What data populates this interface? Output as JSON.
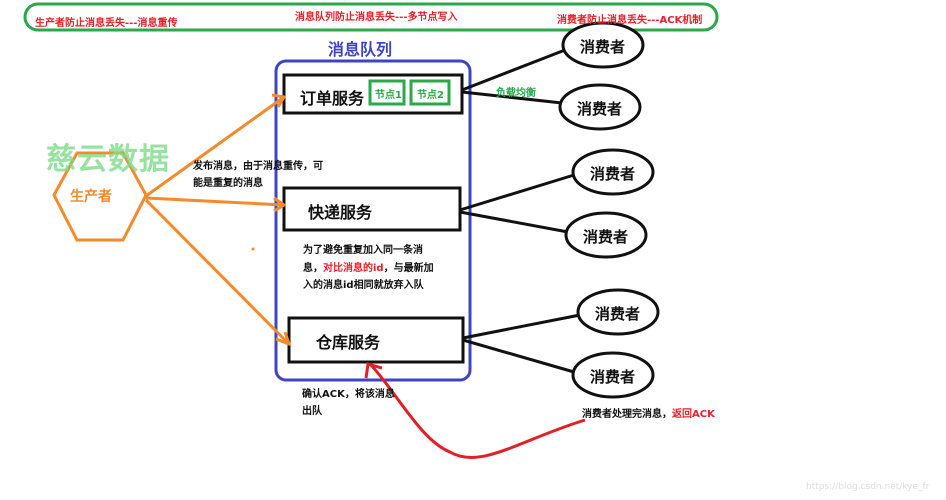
{
  "banner": {
    "producer": "生产者防止消息丢失---消息重传",
    "queue": "消息队列防止消息丢失---多节点写入",
    "consumer": "消费者防止消息丢失---ACK机制"
  },
  "queue_title": "消息队列",
  "producer": "生产者",
  "watermark": "慈云数据",
  "services": {
    "order": "订单服务",
    "node1": "节点1",
    "node2": "节点2",
    "express": "快递服务",
    "warehouse": "仓库服务"
  },
  "consumers": [
    "消费者",
    "消费者",
    "消费者",
    "消费者",
    "消费者",
    "消费者"
  ],
  "load_balance": "负载均衡",
  "notes": {
    "publish_1": "发布消息，由于消息重传，可",
    "publish_2": "能是重复的消息",
    "dedupe_1": "为了避免重复加入同一条消",
    "dedupe_2a": "息，",
    "dedupe_2b": "对比消息的id",
    "dedupe_2c": "，与最新加",
    "dedupe_3": "入的消息id相同就放弃入队",
    "ack_1": "确认ACK，将该消息",
    "ack_2": "出队",
    "return_a": "消费者处理完消息，",
    "return_b": "返回ACK"
  },
  "footer_url": "https://blog.csdn.net/kye_fr",
  "colors": {
    "green": "#2aa84a",
    "blue": "#3f44c4",
    "orange": "#f58a2c",
    "red": "#e21f26"
  }
}
